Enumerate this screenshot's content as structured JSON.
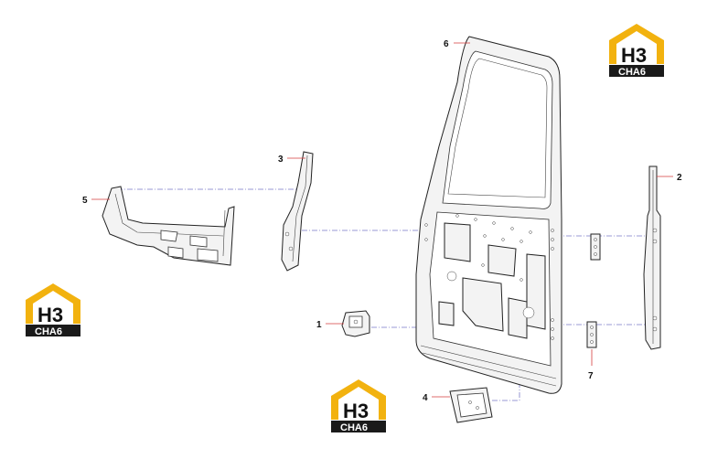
{
  "callouts": {
    "c1": "1",
    "c2": "2",
    "c3": "3",
    "c4": "4",
    "c5": "5",
    "c6": "6",
    "c7": "7"
  },
  "logo": {
    "mark": "H3",
    "text": "CHA6",
    "colors": {
      "roof": "#f2b20f",
      "bar": "#1a1a1a",
      "mark": "#111111"
    }
  },
  "colors": {
    "leader": "#d43c3c",
    "dash": "#7a7ac8",
    "line": "#222222"
  }
}
